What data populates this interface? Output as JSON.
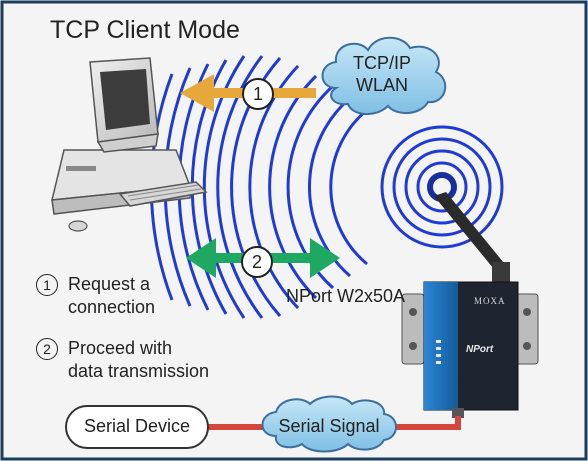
{
  "title": "TCP Client Mode",
  "network_cloud": {
    "line1": "TCP/IP",
    "line2": "WLAN"
  },
  "device_name": "NPort W2x50A",
  "steps": [
    {
      "number": "1",
      "text_line1": "Request a",
      "text_line2": "connection"
    },
    {
      "number": "2",
      "text_line1": "Proceed with",
      "text_line2": "data transmission"
    }
  ],
  "arrows": {
    "step1_number": "1",
    "step2_number": "2"
  },
  "serial_device": "Serial Device",
  "serial_signal": "Serial Signal",
  "device_labels": {
    "brand": "MOXA",
    "model_badge": "NPort"
  },
  "colors": {
    "background": "#f4f4f4",
    "border": "#1a3d5c",
    "request_arrow": "#e6a83a",
    "transmission_arrow": "#1ea862",
    "wireless_waves": "#1f3bd6",
    "cloud_fill": "#9fd3ee",
    "serial_cable": "#d4453c",
    "device_blue": "#1f6fb8",
    "device_dark": "#1e2530"
  },
  "icons": [
    "desktop-computer-icon",
    "wifi-wave-icon",
    "antenna-icon",
    "cloud-icon"
  ]
}
